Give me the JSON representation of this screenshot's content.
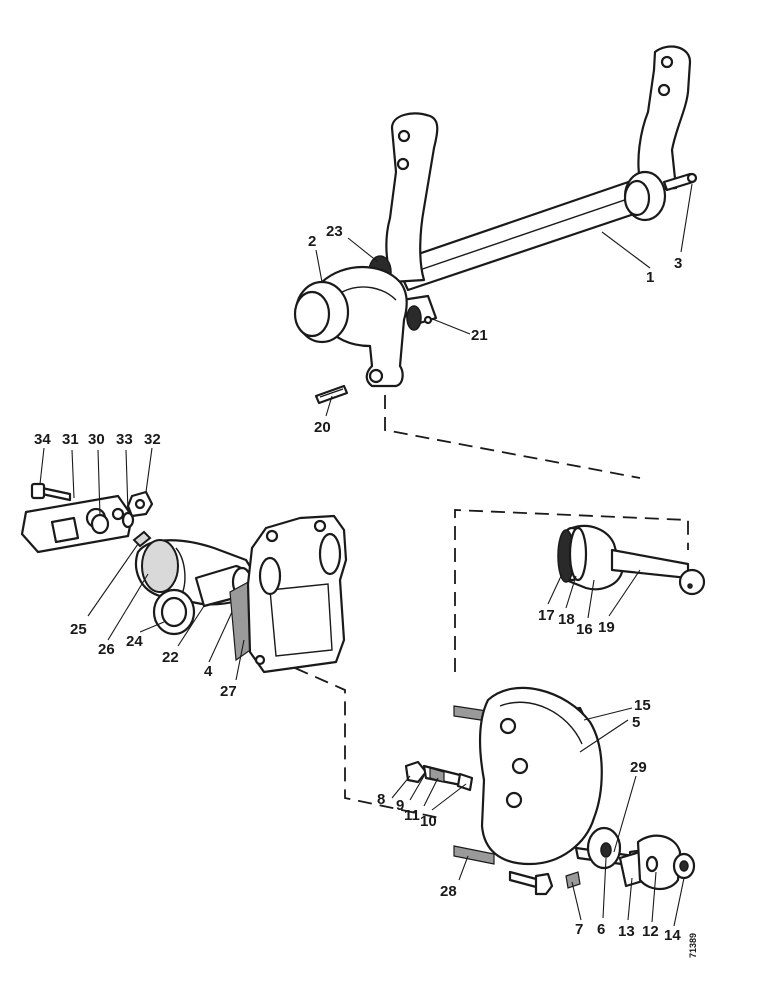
{
  "diagram": {
    "drawing_code": "71389",
    "parts": [
      {
        "id": "1",
        "label": "1"
      },
      {
        "id": "2",
        "label": "2"
      },
      {
        "id": "3",
        "label": "3"
      },
      {
        "id": "4",
        "label": "4"
      },
      {
        "id": "5",
        "label": "5"
      },
      {
        "id": "6",
        "label": "6"
      },
      {
        "id": "7",
        "label": "7"
      },
      {
        "id": "8",
        "label": "8"
      },
      {
        "id": "9",
        "label": "9"
      },
      {
        "id": "10",
        "label": "10"
      },
      {
        "id": "11",
        "label": "11"
      },
      {
        "id": "12",
        "label": "12"
      },
      {
        "id": "13",
        "label": "13"
      },
      {
        "id": "14",
        "label": "14"
      },
      {
        "id": "15",
        "label": "15"
      },
      {
        "id": "16",
        "label": "16"
      },
      {
        "id": "17",
        "label": "17"
      },
      {
        "id": "18",
        "label": "18"
      },
      {
        "id": "19",
        "label": "19"
      },
      {
        "id": "20",
        "label": "20"
      },
      {
        "id": "21",
        "label": "21"
      },
      {
        "id": "22",
        "label": "22"
      },
      {
        "id": "23",
        "label": "23"
      },
      {
        "id": "24",
        "label": "24"
      },
      {
        "id": "25",
        "label": "25"
      },
      {
        "id": "26",
        "label": "26"
      },
      {
        "id": "27",
        "label": "27"
      },
      {
        "id": "28",
        "label": "28"
      },
      {
        "id": "29",
        "label": "29"
      },
      {
        "id": "30",
        "label": "30"
      },
      {
        "id": "31",
        "label": "31"
      },
      {
        "id": "32",
        "label": "32"
      },
      {
        "id": "33",
        "label": "33"
      },
      {
        "id": "34",
        "label": "34"
      }
    ]
  }
}
